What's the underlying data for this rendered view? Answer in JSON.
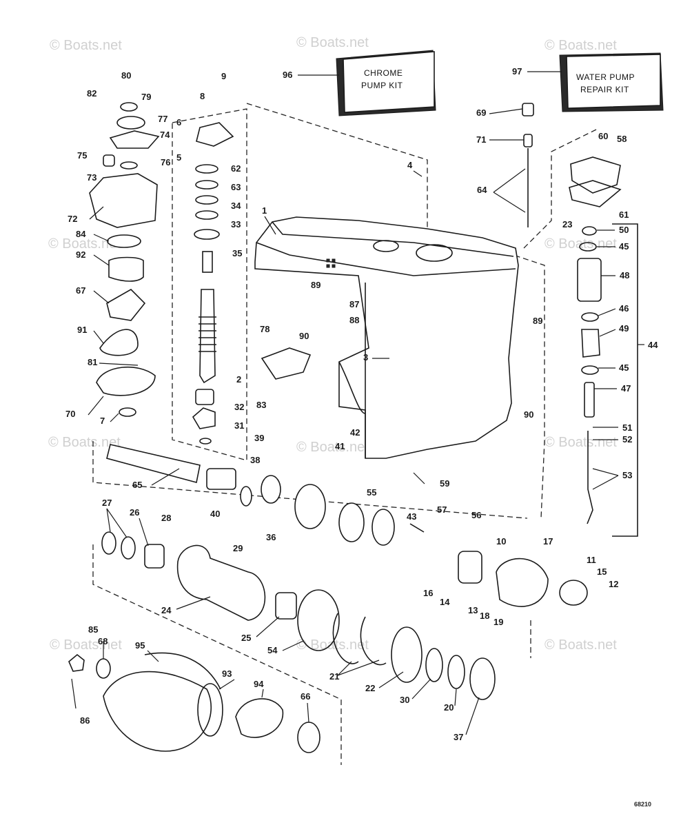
{
  "watermark": "© Boats.net",
  "kits": {
    "chrome_pump": {
      "number": "96",
      "line1": "CHROME",
      "line2": "PUMP KIT"
    },
    "water_pump": {
      "number": "97",
      "line1": "WATER PUMP",
      "line2": "REPAIR KIT"
    }
  },
  "drawing_code": "68210",
  "callouts": [
    "1",
    "2",
    "3",
    "4",
    "5",
    "6",
    "7",
    "8",
    "9",
    "10",
    "11",
    "12",
    "13",
    "14",
    "15",
    "16",
    "17",
    "18",
    "19",
    "20",
    "21",
    "22",
    "23",
    "24",
    "25",
    "26",
    "27",
    "28",
    "29",
    "30",
    "31",
    "32",
    "33",
    "34",
    "35",
    "36",
    "37",
    "38",
    "39",
    "40",
    "41",
    "42",
    "43",
    "44",
    "45",
    "46",
    "47",
    "48",
    "49",
    "50",
    "51",
    "52",
    "53",
    "54",
    "55",
    "56",
    "57",
    "58",
    "59",
    "60",
    "61",
    "62",
    "63",
    "64",
    "65",
    "66",
    "67",
    "68",
    "69",
    "70",
    "71",
    "72",
    "73",
    "74",
    "75",
    "76",
    "77",
    "78",
    "79",
    "80",
    "81",
    "82",
    "83",
    "84",
    "85",
    "86",
    "87",
    "88",
    "89",
    "90",
    "91",
    "92",
    "93",
    "94",
    "95"
  ]
}
